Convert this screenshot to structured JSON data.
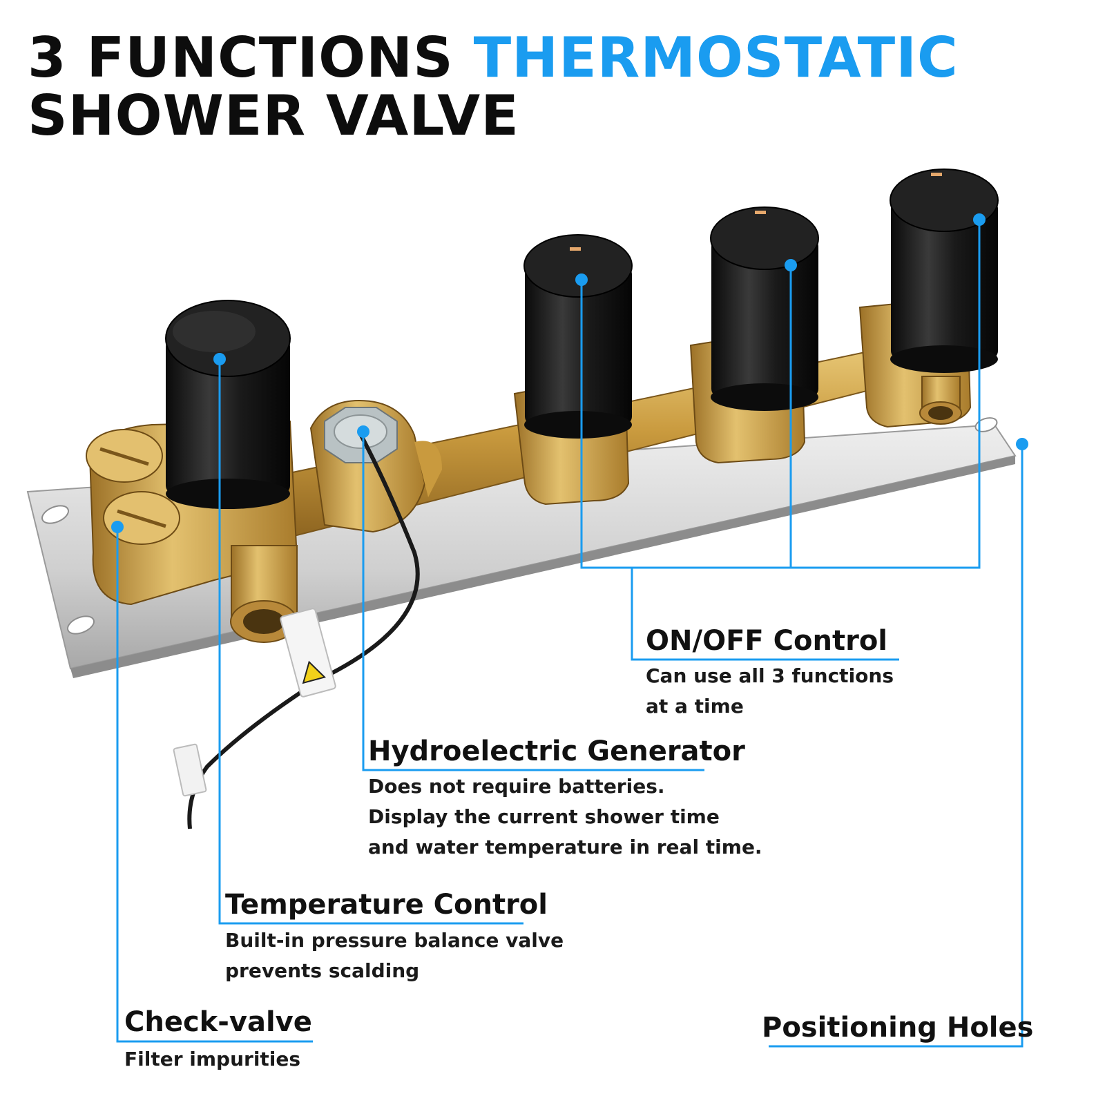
{
  "header": {
    "title_part1": "3 FUNCTIONS ",
    "title_part2": "THERMOSTATIC",
    "title_line2": "SHOWER VALVE"
  },
  "callouts": {
    "on_off": {
      "title": "ON/OFF Control",
      "line1": "Can use all 3 functions",
      "line2": "at a time"
    },
    "hydroelectric": {
      "title": "Hydroelectric Generator",
      "line1": "Does not require batteries.",
      "line2": "Display the current shower time",
      "line3": "and water temperature in real time."
    },
    "temperature": {
      "title": "Temperature Control",
      "line1": "Built-in pressure balance valve",
      "line2": "prevents scalding"
    },
    "check_valve": {
      "title": "Check-valve",
      "line1": "Filter impurities"
    },
    "positioning": {
      "title": "Positioning Holes"
    }
  },
  "colors": {
    "accent": "#1a9cf0",
    "text": "#111111",
    "brass": "#c9a04a",
    "knob": "#141414",
    "plate": "#d8d8d8"
  }
}
